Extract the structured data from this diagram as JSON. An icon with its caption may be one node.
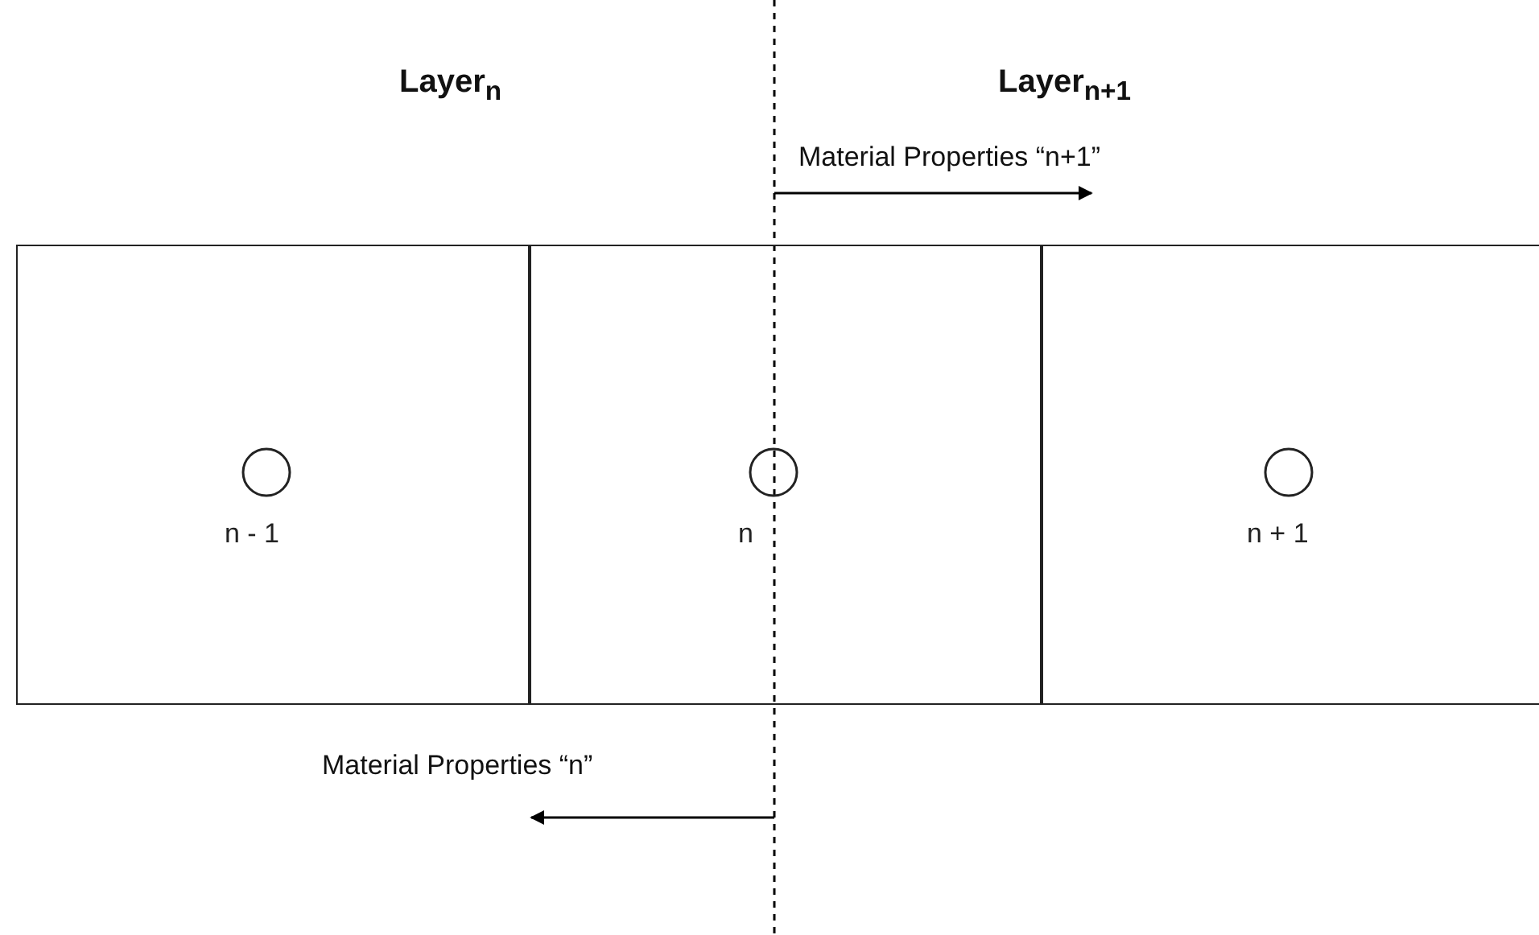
{
  "diagram": {
    "nodes": [
      {
        "text": [],
        "shape": "box"
      },
      {
        "text": [],
        "shape": "circle",
        "in": 0,
        "beside": [
          "n - 1"
        ]
      },
      {
        "text": [],
        "shape": "box"
      },
      {
        "text": [],
        "shape": "circle",
        "in": 2,
        "beside": [
          "n"
        ]
      },
      {
        "text": [],
        "shape": "box"
      },
      {
        "text": [],
        "shape": "circle",
        "in": 4,
        "beside": [
          "n + 1"
        ]
      }
    ],
    "labels": [
      "Layer$_{n}$",
      "Layer$_{n+1}$",
      "Material Properties “n+1”",
      "Material Properties “n”"
    ]
  }
}
